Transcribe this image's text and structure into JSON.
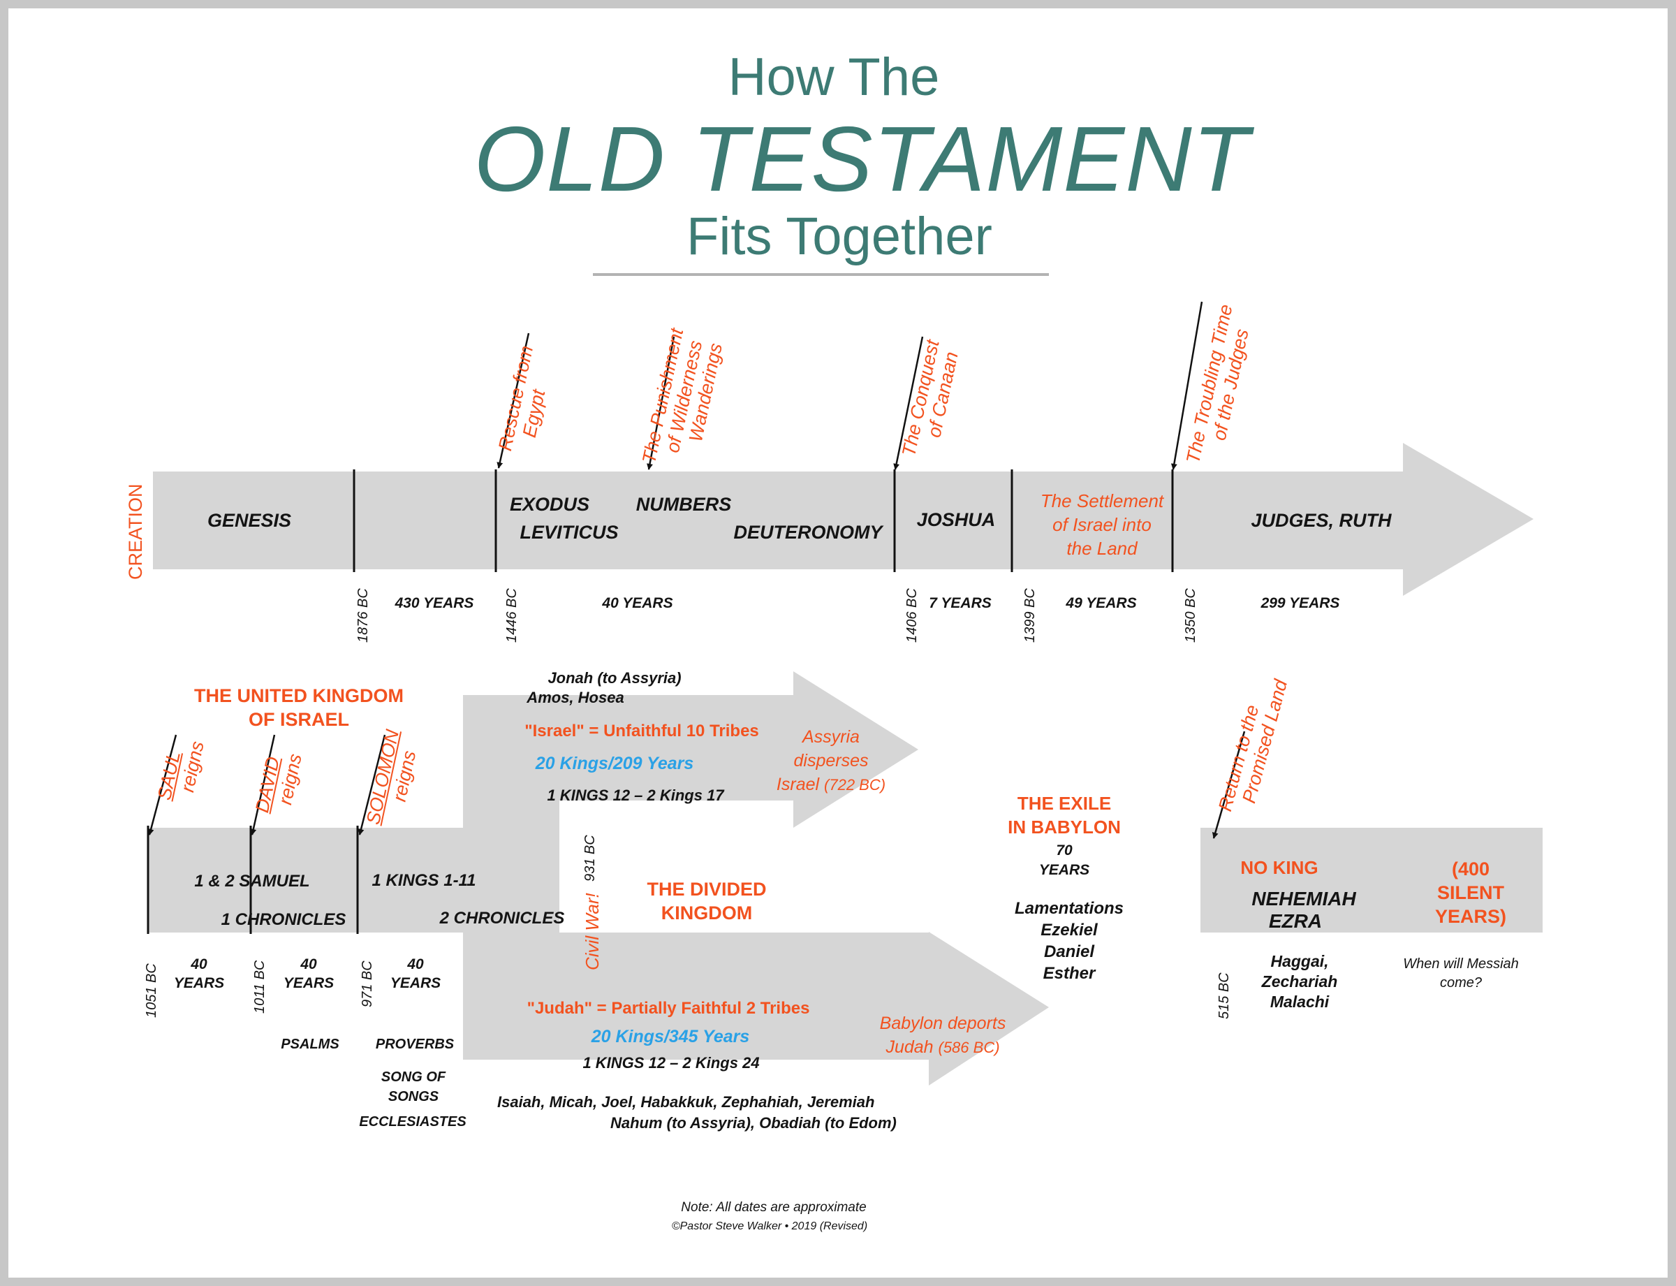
{
  "title": {
    "line1": "How The",
    "line2": "OLD TESTAMENT",
    "line3": "Fits Together"
  },
  "colors": {
    "teal_title": "#3d7b74",
    "orange_accent": "#f2521f",
    "blue_accent": "#2aa1e6",
    "arrow_gray": "#d6d6d6"
  },
  "top_timeline": {
    "creation": "CREATION",
    "books": {
      "genesis": "GENESIS",
      "exodus": "EXODUS",
      "leviticus": "LEVITICUS",
      "numbers": "NUMBERS",
      "deuteronomy": "DEUTERONOMY",
      "joshua": "JOSHUA",
      "settlement": [
        "The Settlement",
        "of Israel into",
        "the Land"
      ],
      "judges_ruth": "JUDGES, RUTH"
    },
    "dates": {
      "d1876": "1876 BC",
      "d1446": "1446 BC",
      "d1406": "1406 BC",
      "d1399": "1399 BC",
      "d1350": "1350 BC"
    },
    "spans": {
      "s430": "430 YEARS",
      "s40": "40 YEARS",
      "s7": "7 YEARS",
      "s49": "49 YEARS",
      "s299": "299 YEARS"
    },
    "events": {
      "rescue": [
        "Rescue from",
        "Egypt"
      ],
      "punishment": [
        "The Punishment",
        "of Wilderness",
        "Wanderings"
      ],
      "conquest": [
        "The Conquest",
        "of Canaan"
      ],
      "judges_time": [
        "The Troubling Time",
        "of the Judges"
      ]
    }
  },
  "united_kingdom": {
    "heading": [
      "THE UNITED KINGDOM",
      "OF ISRAEL"
    ],
    "kings": {
      "saul": [
        "SAUL",
        "reigns"
      ],
      "david": [
        "DAVID",
        "reigns"
      ],
      "solomon": [
        "SOLOMON",
        "reigns"
      ]
    },
    "books": {
      "samuel": "1 & 2 SAMUEL",
      "chronicles1": "1 CHRONICLES",
      "kings": "1 KINGS 1-11",
      "chronicles2": "2 CHRONICLES"
    },
    "dates": {
      "d1051": "1051 BC",
      "d1011": "1011 BC",
      "d971": "971 BC"
    },
    "spans": [
      "40",
      "YEARS"
    ],
    "wisdom": {
      "psalms": "PSALMS",
      "proverbs": "PROVERBS",
      "song": [
        "SONG OF",
        "SONGS"
      ],
      "ecclesiastes": "ECCLESIASTES"
    }
  },
  "divided_kingdom": {
    "heading": [
      "THE DIVIDED",
      "KINGDOM"
    ],
    "civil_war": "Civil War!",
    "civil_war_date": "931 BC",
    "israel": {
      "prophets": [
        "Jonah (to Assyria)",
        "Amos, Hosea"
      ],
      "title": "\"Israel\" = Unfaithful 10 Tribes",
      "kings": "20 Kings/209 Years",
      "ref": "1 KINGS 12 – 2 Kings 17",
      "fate": [
        "Assyria",
        "disperses",
        "Israel ",
        "(722 BC)"
      ]
    },
    "judah": {
      "title": "\"Judah\" = Partially Faithful 2 Tribes",
      "kings": "20 Kings/345 Years",
      "ref": "1 KINGS 12 – 2 Kings 24",
      "prophets": [
        "Isaiah, Micah, Joel, Habakkuk, Zephahiah, Jeremiah",
        "Nahum (to Assyria), Obadiah (to Edom)"
      ],
      "fate": [
        "Babylon deports",
        "Judah ",
        "(586 BC)"
      ]
    }
  },
  "exile": {
    "heading": [
      "THE EXILE",
      "IN BABYLON"
    ],
    "years": [
      "70",
      "YEARS"
    ],
    "books": [
      "Lamentations",
      "Ezekiel",
      "Daniel",
      "Esther"
    ]
  },
  "return": {
    "event": [
      "Return to the",
      "Promised Land"
    ],
    "no_king": "NO KING",
    "books": [
      "NEHEMIAH",
      "EZRA"
    ],
    "silent": [
      "(400",
      "SILENT",
      "YEARS)"
    ],
    "date": "515 BC",
    "prophets": [
      "Haggai,",
      "Zechariah",
      "Malachi"
    ],
    "question": [
      "When will Messiah",
      "come?"
    ]
  },
  "footer": {
    "note": "Note: All dates are approximate",
    "credit": "©Pastor Steve Walker  • 2019 (Revised)"
  }
}
